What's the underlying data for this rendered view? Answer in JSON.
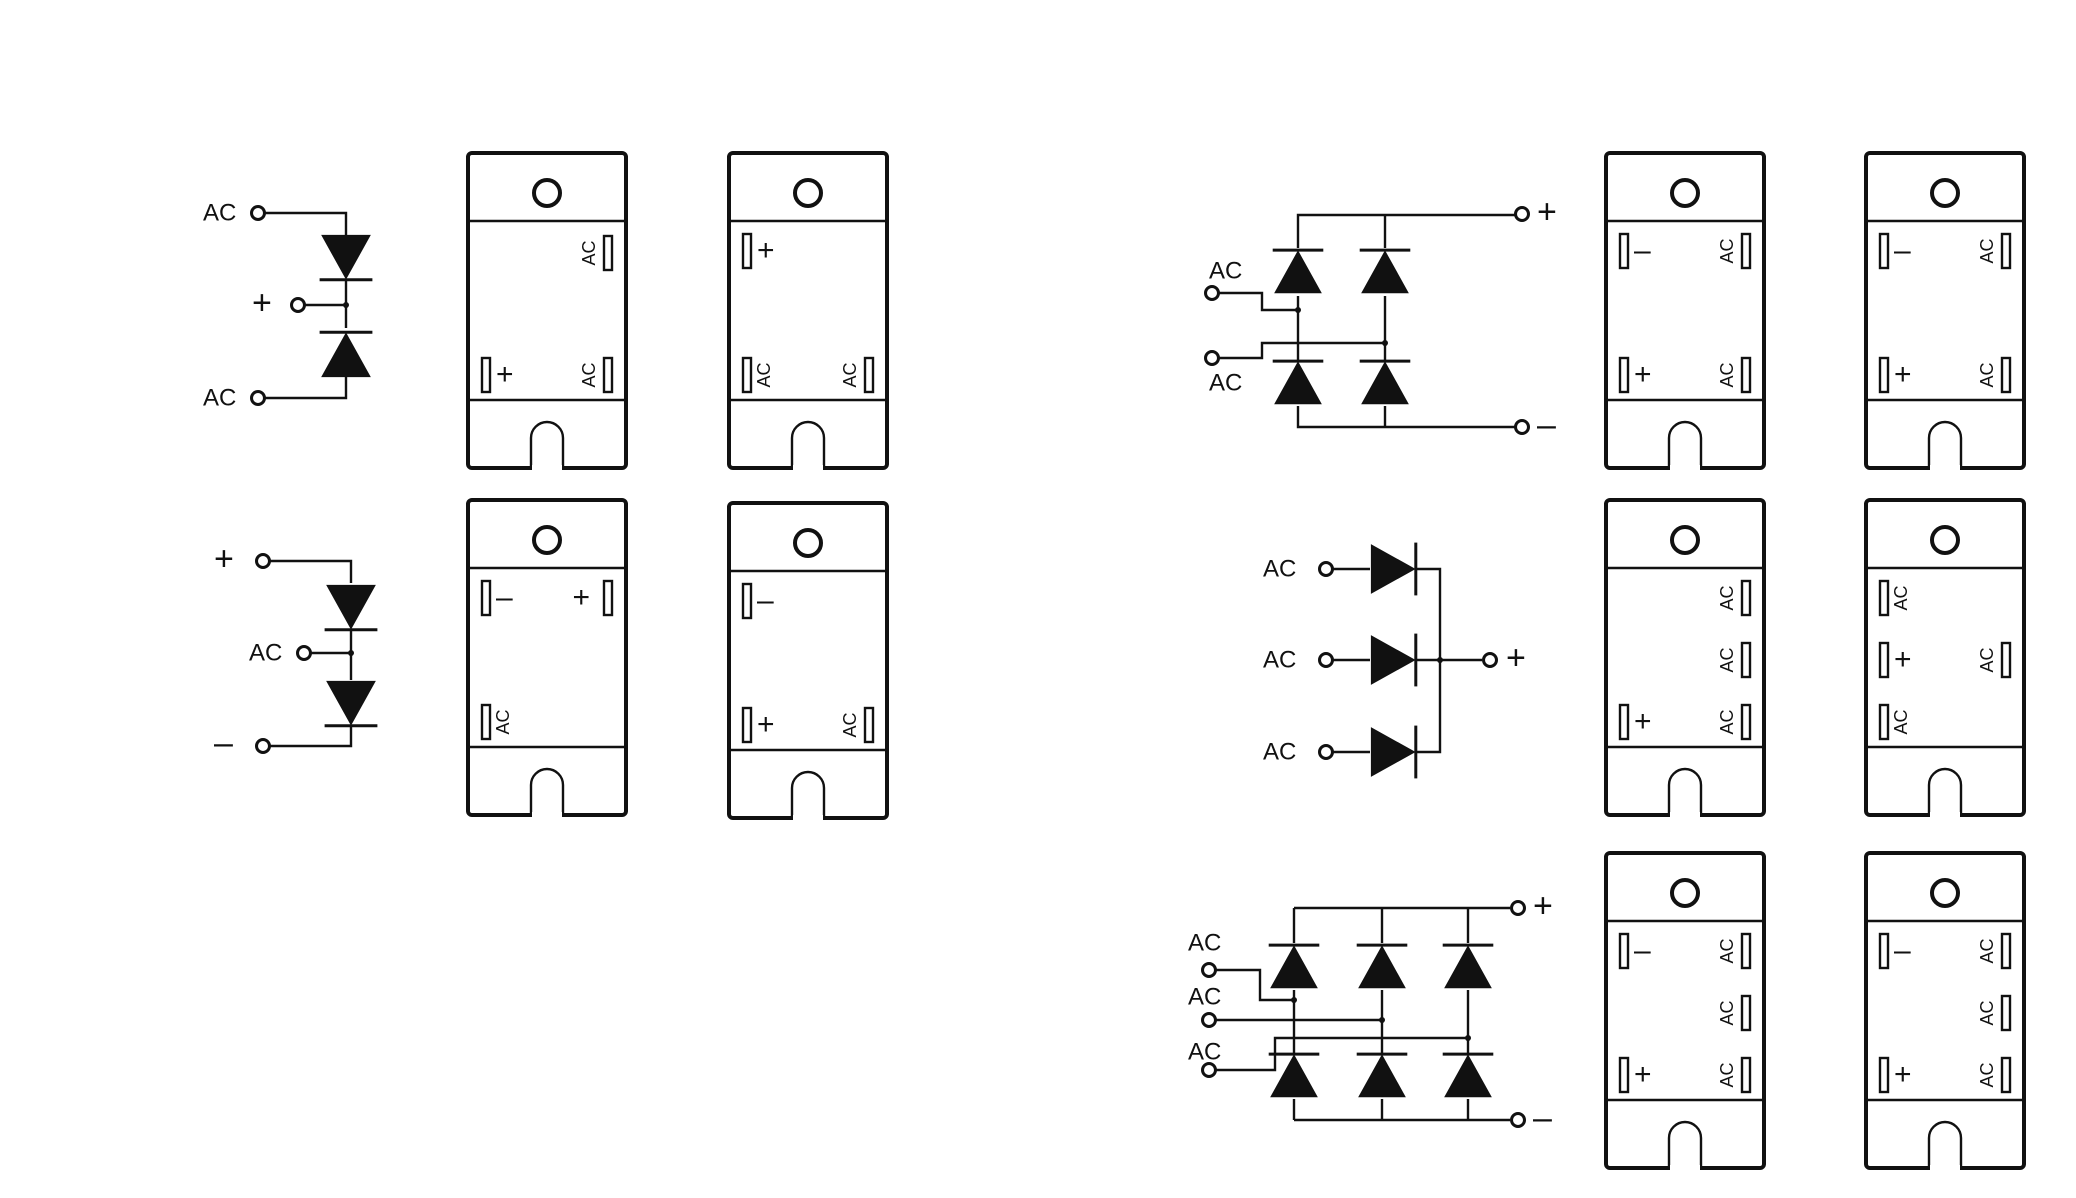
{
  "labels": {
    "ac": "AC",
    "plus": "+",
    "minus": "–"
  },
  "colors": {
    "ink": "#111111",
    "background": "#ffffff"
  },
  "circuits": [
    {
      "id": "center-tap-common-cathode",
      "terminals": [
        "AC",
        "+",
        "AC"
      ]
    },
    {
      "id": "series-dual-diode",
      "terminals": [
        "+",
        "AC",
        "–"
      ]
    },
    {
      "id": "single-phase-bridge",
      "terminals": [
        "AC",
        "AC",
        "+",
        "–"
      ]
    },
    {
      "id": "three-phase-half-wave",
      "terminals": [
        "AC",
        "AC",
        "AC",
        "+"
      ]
    },
    {
      "id": "three-phase-bridge",
      "terminals": [
        "AC",
        "AC",
        "AC",
        "+",
        "–"
      ]
    }
  ],
  "packages": [
    {
      "id": "pkg-1a",
      "pins": [
        "AC",
        "+",
        "AC"
      ]
    },
    {
      "id": "pkg-1b",
      "pins": [
        "+",
        "AC",
        "AC"
      ]
    },
    {
      "id": "pkg-2a",
      "pins": [
        "–",
        "+",
        "AC"
      ]
    },
    {
      "id": "pkg-2b",
      "pins": [
        "–",
        "+",
        "AC"
      ]
    },
    {
      "id": "pkg-3a",
      "pins": [
        "–",
        "AC",
        "+",
        "AC"
      ]
    },
    {
      "id": "pkg-3b",
      "pins": [
        "–",
        "AC",
        "+",
        "AC"
      ]
    },
    {
      "id": "pkg-4a",
      "pins": [
        "AC",
        "AC",
        "+",
        "AC"
      ]
    },
    {
      "id": "pkg-4b",
      "pins": [
        "AC",
        "+",
        "AC",
        "AC"
      ]
    },
    {
      "id": "pkg-5a",
      "pins": [
        "–",
        "AC",
        "AC",
        "+",
        "AC"
      ]
    },
    {
      "id": "pkg-5b",
      "pins": [
        "–",
        "AC",
        "AC",
        "+",
        "AC"
      ]
    }
  ]
}
